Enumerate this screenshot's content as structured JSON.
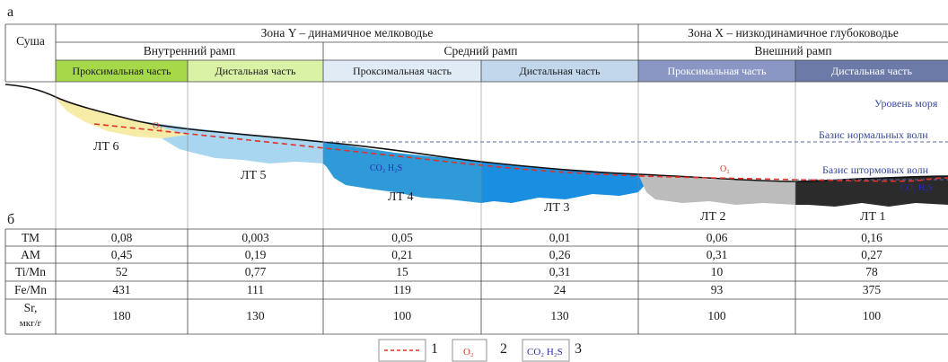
{
  "panel_a_label": "а",
  "panel_b_label": "б",
  "land_label": "Суша",
  "zones": [
    {
      "name": "Зона Y – динамичное мелководье"
    },
    {
      "name": "Зона X – низкодинамичное глубоководье"
    }
  ],
  "ramps": [
    {
      "name": "Внутренний рамп"
    },
    {
      "name": "Средний рамп"
    },
    {
      "name": "Внешний рамп"
    }
  ],
  "parts": [
    {
      "label": "Проксимальная часть",
      "color": "#a6d94a"
    },
    {
      "label": "Дистальная часть",
      "color": "#daf2a6"
    },
    {
      "label": "Проксимальная часть",
      "color": "#e0ebf6"
    },
    {
      "label": "Дистальная часть",
      "color": "#c2d6ec"
    },
    {
      "label": "Проксимальная часть",
      "color": "#8a97c4"
    },
    {
      "label": "Дистальная часть",
      "color": "#6c7aa8"
    }
  ],
  "levels": {
    "sea": "Уровень моря",
    "normal_wave": "Базис нормальных волн",
    "storm_wave": "Базис штормовых волн"
  },
  "zone_markers": {
    "o2_left": "O₂",
    "co2_h2s_mid": "CO₂ H₂S",
    "o2_right": "O₂",
    "co2_h2s_right": "CO₂ H₂S"
  },
  "lithotypes": [
    "ЛТ 6",
    "ЛТ 5",
    "ЛТ 4",
    "ЛТ 3",
    "ЛТ 2",
    "ЛТ 1"
  ],
  "table": {
    "rows": [
      {
        "param": "ТМ",
        "unit": "",
        "values": [
          "0,08",
          "0,003",
          "0,05",
          "0,01",
          "0,06",
          "0,16"
        ]
      },
      {
        "param": "АМ",
        "unit": "",
        "values": [
          "0,45",
          "0,19",
          "0,21",
          "0,26",
          "0,31",
          "0,27"
        ]
      },
      {
        "param": "Ti/Mn",
        "unit": "",
        "values": [
          "52",
          "0,77",
          "15",
          "0,31",
          "10",
          "78"
        ]
      },
      {
        "param": "Fe/Mn",
        "unit": "",
        "values": [
          "431",
          "111",
          "119",
          "24",
          "93",
          "375"
        ]
      },
      {
        "param": "Sr,",
        "unit": "мкг/г",
        "values": [
          "180",
          "130",
          "100",
          "130",
          "100",
          "100"
        ]
      }
    ]
  },
  "legend": [
    {
      "num": "1",
      "symbol": "dashed-red-line"
    },
    {
      "num": "2",
      "symbol": "O₂"
    },
    {
      "num": "3",
      "symbol": "CO₂ H₂S"
    }
  ],
  "colors": {
    "oxic_line": "#e0322a",
    "anoxic_text": "#3a3ad0",
    "wave_base_line": "#5a6aa8",
    "lt6": "#f7eba8",
    "lt5": "#a8d6f0",
    "lt4": "#2e9ad8",
    "lt3": "#1a8ee0",
    "lt2": "#bcbcbc",
    "lt1": "#2b2b2b"
  }
}
